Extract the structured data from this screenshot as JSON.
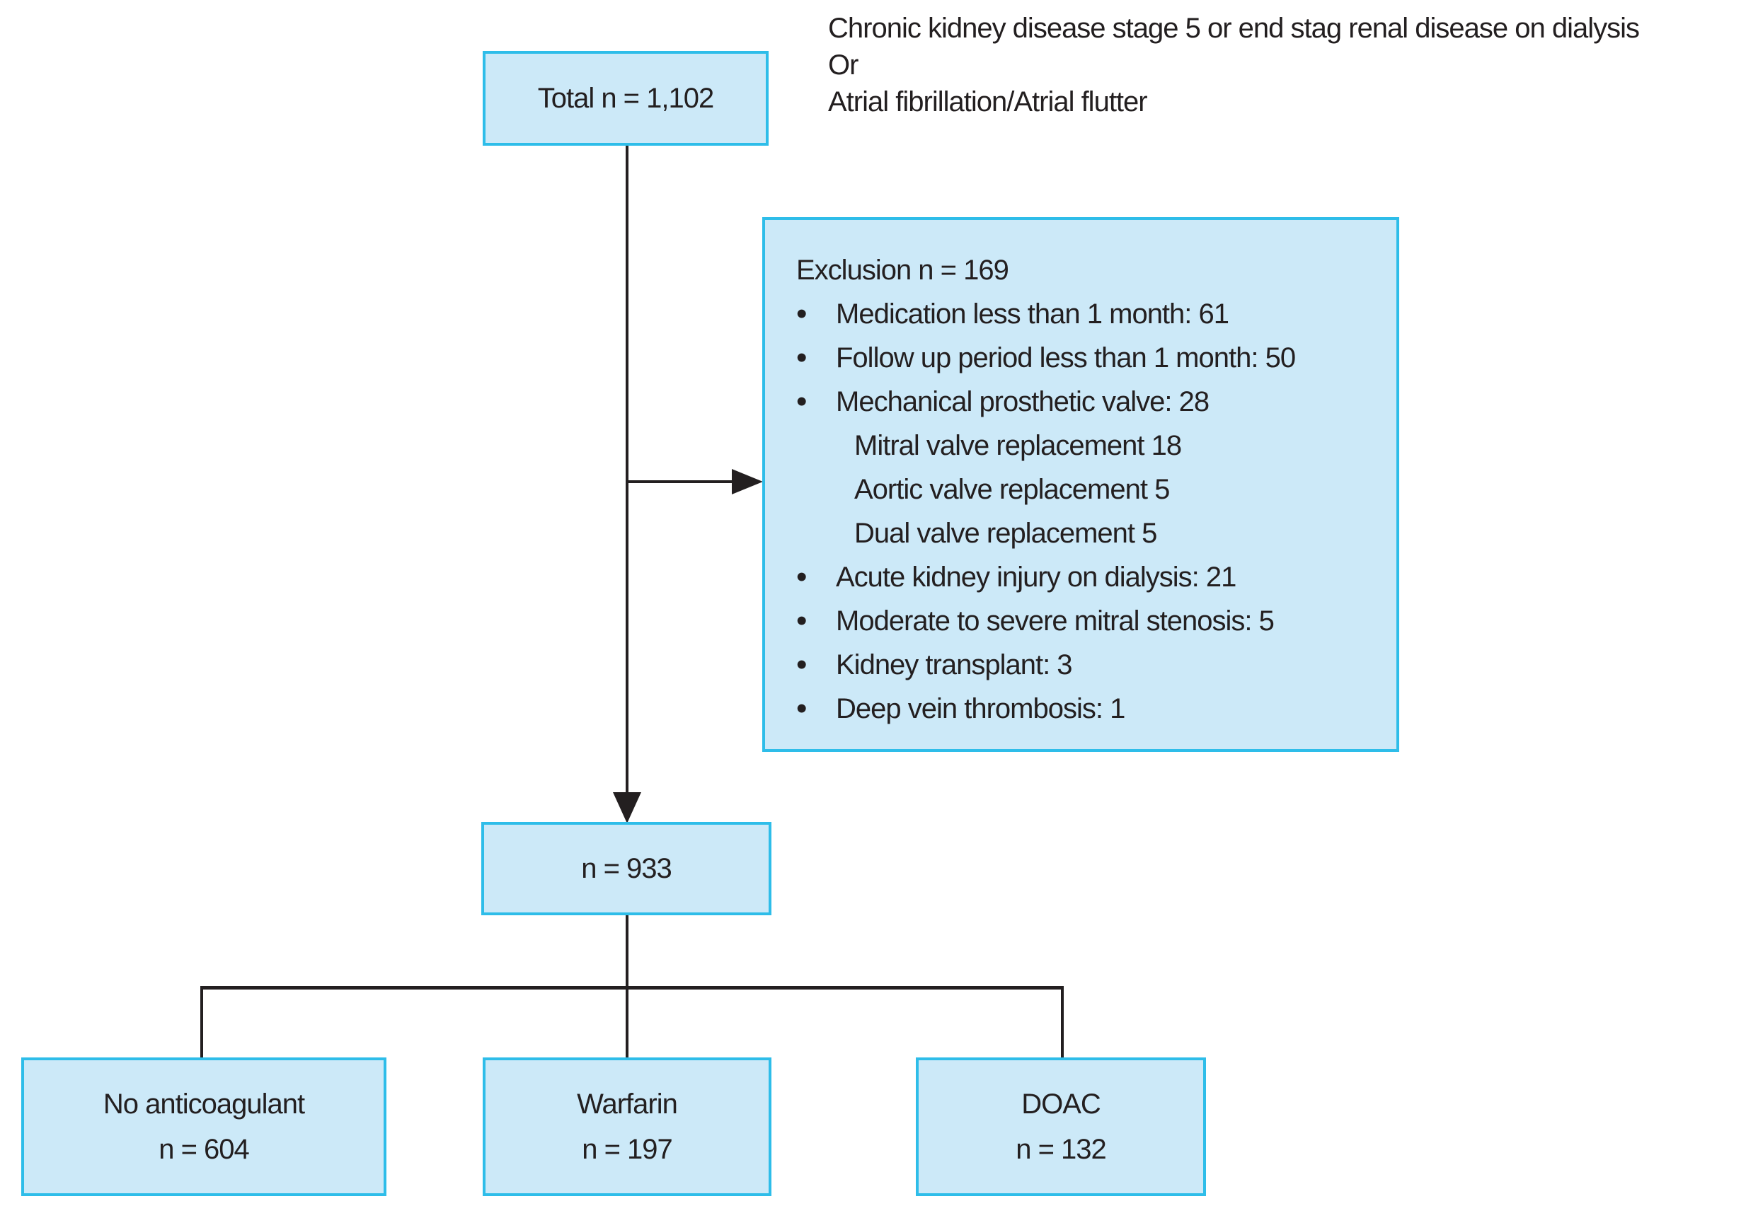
{
  "palette": {
    "box_fill": "#cce9f8",
    "box_border": "#2ebde9",
    "text_color": "#231f20",
    "line_color": "#231f20",
    "background": "#ffffff"
  },
  "top_box": {
    "label": "Total n = 1,102"
  },
  "inclusion_criteria": {
    "lines": [
      "Chronic kidney disease stage 5 or end stag renal disease on dialysis",
      "Or",
      "Atrial fibrillation/Atrial flutter"
    ]
  },
  "exclusion_box": {
    "title": "Exclusion n = 169",
    "items": [
      {
        "text": "Medication less than 1 month: 61",
        "bullet": true
      },
      {
        "text": "Follow up period less than 1 month: 50",
        "bullet": true
      },
      {
        "text": "Mechanical prosthetic valve: 28",
        "bullet": true
      },
      {
        "text": "Mitral valve replacement 18",
        "bullet": false
      },
      {
        "text": "Aortic valve replacement 5",
        "bullet": false
      },
      {
        "text": "Dual valve replacement 5",
        "bullet": false
      },
      {
        "text": "Acute kidney injury on dialysis: 21",
        "bullet": true
      },
      {
        "text": "Moderate to severe mitral stenosis: 5",
        "bullet": true
      },
      {
        "text": "Kidney transplant: 3",
        "bullet": true
      },
      {
        "text": "Deep vein thrombosis: 1",
        "bullet": true
      }
    ]
  },
  "middle_box": {
    "label": "n = 933"
  },
  "groups": [
    {
      "label": "No anticoagulant",
      "n": "n = 604"
    },
    {
      "label": "Warfarin",
      "n": "n = 197"
    },
    {
      "label": "DOAC",
      "n": "n = 132"
    }
  ]
}
